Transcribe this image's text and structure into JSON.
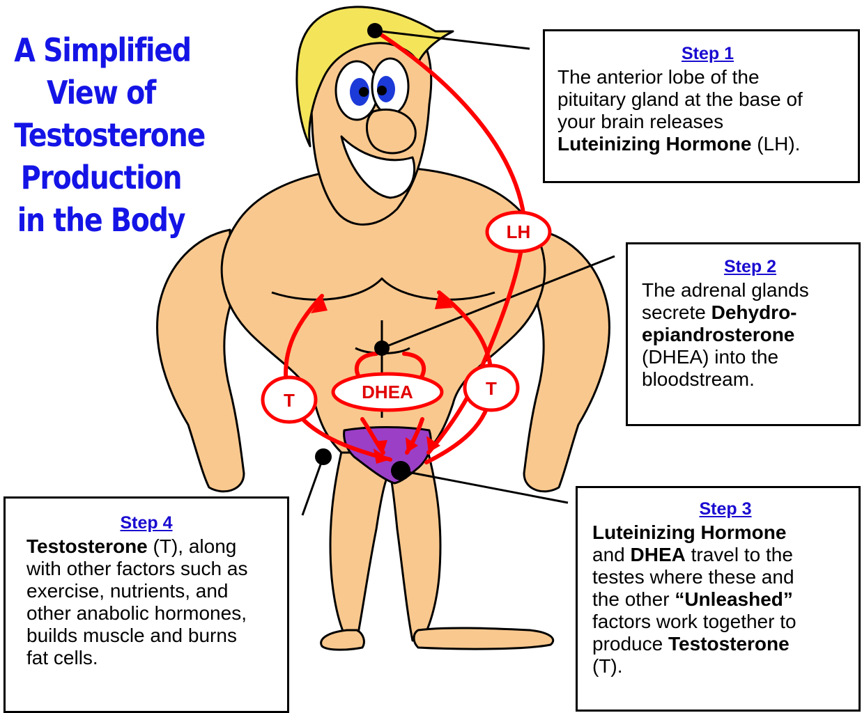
{
  "title": {
    "lines": [
      "A Simplified",
      "View of",
      "Testosterone",
      "Production",
      "in the Body"
    ]
  },
  "colors": {
    "title": "#1414e6",
    "step_heading": "#1a0bd0",
    "arrow": "#ff0000",
    "label_text": "#e10000",
    "skin": "#f9c88e",
    "briefs": "#9b3fc7",
    "hair": "#f4e45a",
    "eyes": "#1c3ad8"
  },
  "labels": {
    "lh": "LH",
    "dhea": "DHEA",
    "t_left": "T",
    "t_right": "T"
  },
  "steps": {
    "step1": {
      "heading": "Step 1",
      "l1": "The anterior lobe of the",
      "l2": "pituitary gland at the base of",
      "l3": "your brain releases",
      "l4_bold": "Luteinizing Hormone",
      "l4_rest": " (LH)."
    },
    "step2": {
      "heading": "Step 2",
      "l1": "The adrenal glands",
      "l2_pre": "secrete ",
      "l2_bold": "Dehydro-",
      "l3_bold": "epiandrosterone",
      "l4": "(DHEA) into the",
      "l5": "bloodstream."
    },
    "step3": {
      "heading": "Step 3",
      "l1_bold": "Luteinizing Hormone",
      "l2_pre": "and ",
      "l2_bold": "DHEA",
      "l2_rest": " travel to the",
      "l3": "testes where these and",
      "l4_pre": "the other ",
      "l4_bold": "“Unleashed”",
      "l5": "factors work together to",
      "l6_pre": "produce ",
      "l6_bold": "Testosterone",
      "l7": "(T)."
    },
    "step4": {
      "heading": "Step 4",
      "l1_bold": "Testosterone",
      "l1_rest": " (T), along",
      "l2": "with other factors such as",
      "l3": "exercise, nutrients, and",
      "l4": "other anabolic hormones,",
      "l5": "builds muscle and burns",
      "l6": "fat cells."
    }
  }
}
